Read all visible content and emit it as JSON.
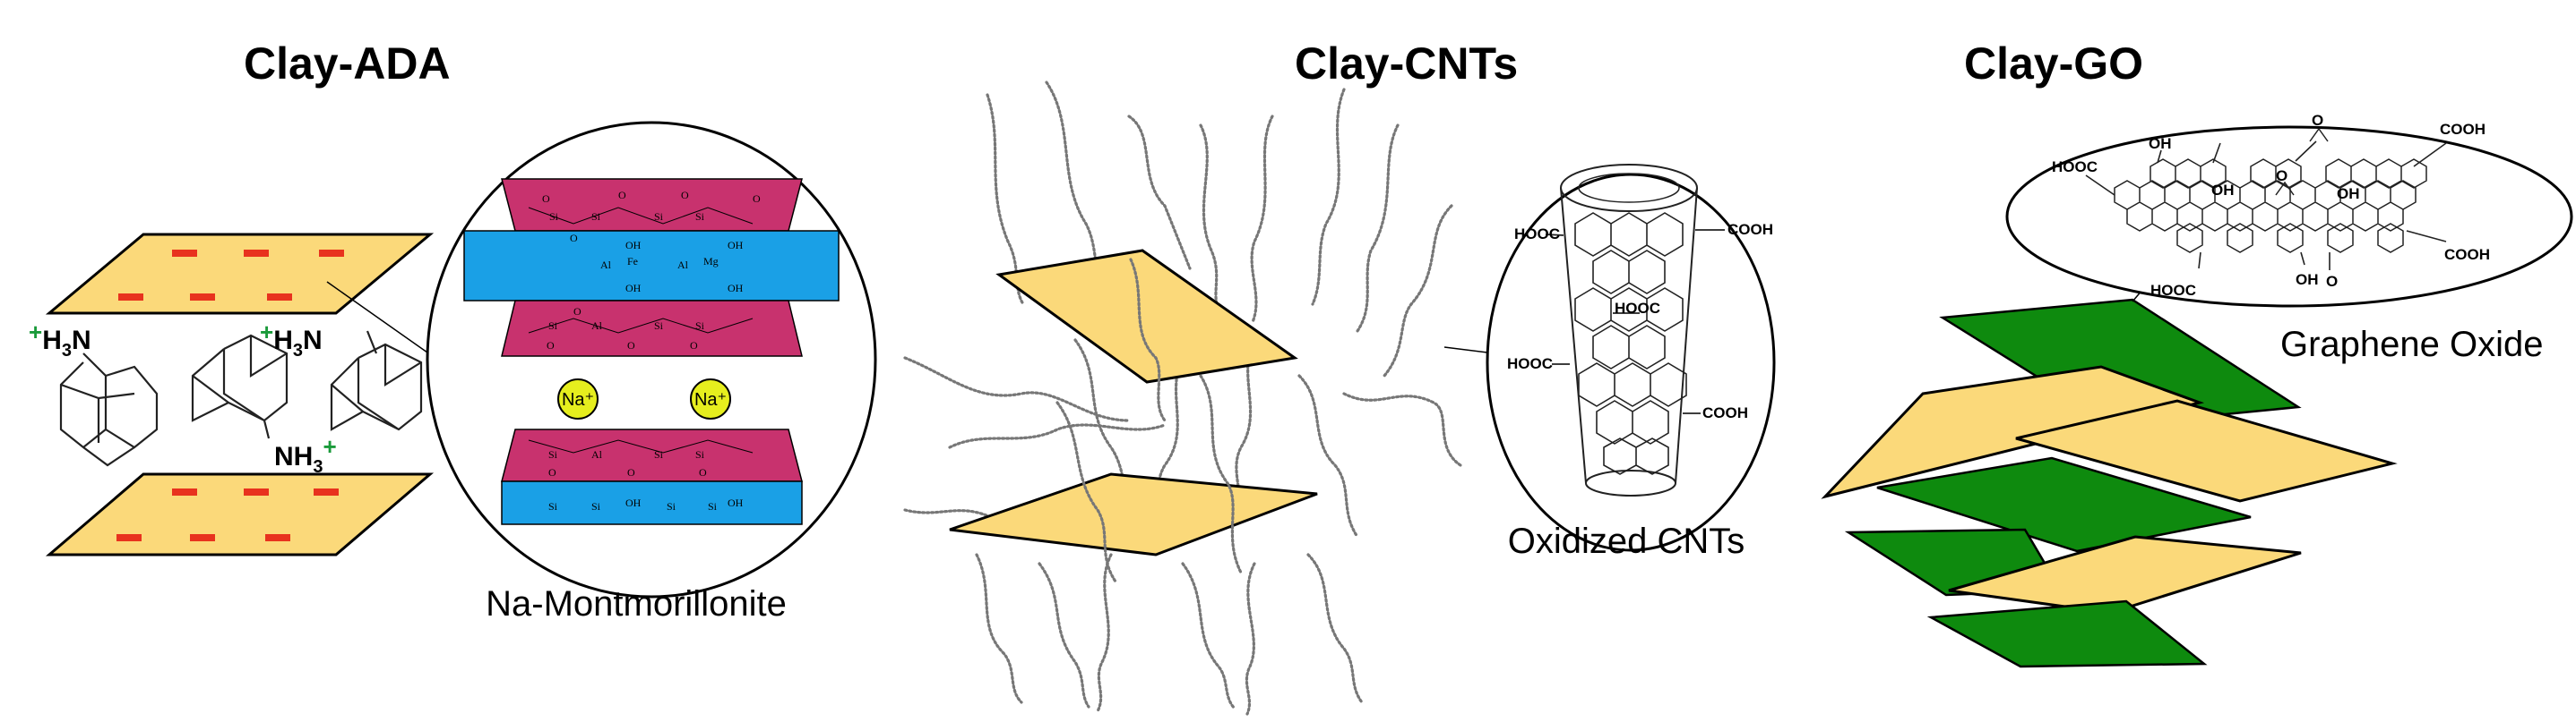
{
  "panels": {
    "ada": {
      "title": "Clay-ADA",
      "inset_label": "Na-Montmorillonite",
      "amine1": {
        "plus": "+",
        "h3": "H",
        "sub": "3",
        "n": "N"
      },
      "amine2": {
        "plus": "+",
        "h3": "H",
        "sub": "3",
        "n": "N"
      },
      "amine3": {
        "nh": "NH",
        "sub": "3",
        "plus": "+"
      },
      "sodium_ions": [
        "Na⁺",
        "Na⁺"
      ],
      "mmt_atoms": {
        "si": "Si",
        "o": "O",
        "oh": "OH",
        "al": "Al",
        "fe": "Fe",
        "mg": "Mg"
      }
    },
    "cnt": {
      "title": "Clay-CNTs",
      "inset_label": "Oxidized CNTs",
      "groups": [
        "HOOC",
        "COOH",
        "HOOC",
        "HOOC",
        "COOH"
      ]
    },
    "go": {
      "title": "Clay-GO",
      "inset_label": "Graphene Oxide",
      "groups": [
        "HOOC",
        "OH",
        "O",
        "COOH",
        "OH",
        "O",
        "OH",
        "COOH",
        "HOOC",
        "OH",
        "O"
      ]
    }
  },
  "colors": {
    "clay": "#fbd97a",
    "go_sheet": "#0e8a0e",
    "mmt_tetrahedral": "#c8326e",
    "mmt_octahedral": "#1aa0e6",
    "sodium": "#e6ee1e",
    "negative_charge": "#e8321e",
    "positive_charge": "#1a9a3a"
  }
}
